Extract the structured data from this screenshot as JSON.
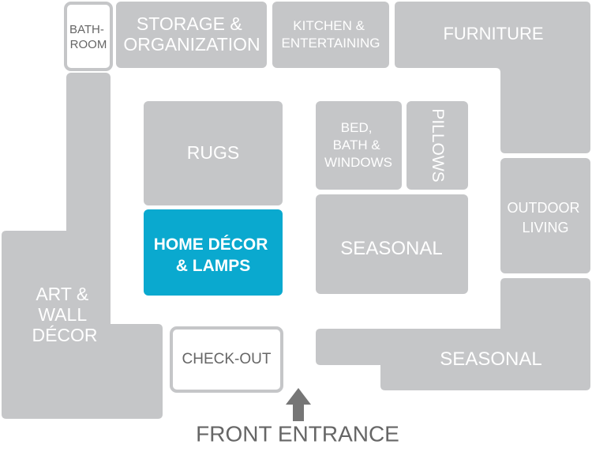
{
  "colors": {
    "zone": "#c5c6c8",
    "highlight": "#0aa9cf",
    "outline_fill": "#ffffff",
    "text_light": "#ffffff",
    "text_dark": "#666666",
    "arrow": "#767676"
  },
  "departments": {
    "bathroom": {
      "lines": [
        "BATH-",
        "ROOM"
      ]
    },
    "storage": {
      "lines": [
        "STORAGE &",
        "ORGANIZATION"
      ]
    },
    "kitchen": {
      "lines": [
        "KITCHEN &",
        "ENTERTAINING"
      ]
    },
    "furniture": {
      "lines": [
        "FURNITURE"
      ]
    },
    "rugs": {
      "lines": [
        "RUGS"
      ]
    },
    "bed_bath": {
      "lines": [
        "BED,",
        "BATH &",
        "WINDOWS"
      ]
    },
    "pillows": {
      "lines": [
        "PILLOWS"
      ]
    },
    "outdoor": {
      "lines": [
        "OUTDOOR",
        "LIVING"
      ]
    },
    "home_decor": {
      "lines": [
        "HOME DÉCOR",
        "& LAMPS"
      ],
      "highlighted": true
    },
    "seasonal_center": {
      "lines": [
        "SEASONAL"
      ]
    },
    "art_wall": {
      "lines": [
        "ART &",
        "WALL",
        "DÉCOR"
      ]
    },
    "checkout": {
      "lines": [
        "CHECK-OUT"
      ]
    },
    "seasonal_bottom": {
      "lines": [
        "SEASONAL"
      ]
    }
  },
  "entrance": {
    "label": "FRONT ENTRANCE",
    "icon": "up-arrow-icon"
  }
}
